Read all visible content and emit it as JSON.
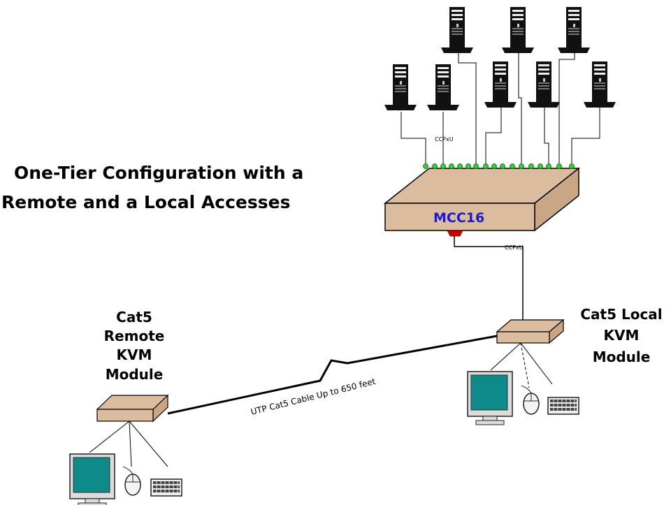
{
  "title": {
    "line1": "One-Tier Configuration with a",
    "line2": "Remote and a Local Accesses"
  },
  "switch": {
    "label": "MCC16",
    "label_color": "#1a1acc",
    "body_color": "#dcbc9e"
  },
  "cables": {
    "server_cable": "CCPxU",
    "switch_cable": "CCPxU",
    "utp_cable": "UTP Cat5 Cable Up to 650 feet"
  },
  "remote_module": {
    "line1": "Cat5",
    "line2": "Remote",
    "line3": "KVM",
    "line4": "Module"
  },
  "local_module": {
    "line1": "Cat5 Local",
    "line2": "KVM",
    "line3": "Module"
  },
  "colors": {
    "screen": "#0e8a8a",
    "port": "#33cc33",
    "red_port": "#cc0000",
    "module": "#dcbc9e"
  },
  "icons": [
    "server-tower-icon",
    "monitor-icon",
    "mouse-icon",
    "keyboard-icon"
  ]
}
